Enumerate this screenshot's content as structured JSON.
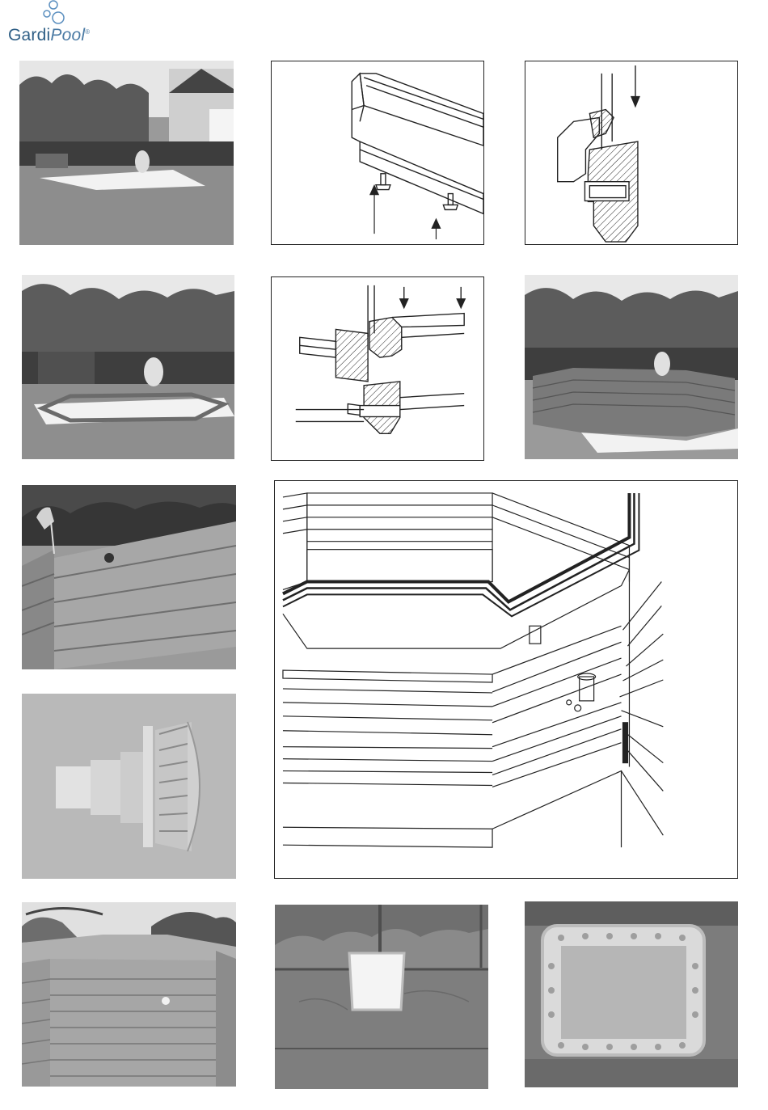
{
  "brand": {
    "name_part1": "Gardi",
    "name_part2": "Pool",
    "registered": "®"
  },
  "figures": [
    {
      "id": "photo-groundsheet",
      "kind": "photo",
      "icon": "garden-groundsheet-photo"
    },
    {
      "id": "diagram-bolts-below-beam",
      "kind": "diagram",
      "icon": "bolt-insertion-diagram"
    },
    {
      "id": "diagram-beam-cross-section",
      "kind": "diagram",
      "icon": "beam-cross-section-diagram"
    },
    {
      "id": "photo-base-octagon",
      "kind": "photo",
      "icon": "base-ring-photo"
    },
    {
      "id": "diagram-stacking-planks",
      "kind": "diagram",
      "icon": "plank-stacking-diagram"
    },
    {
      "id": "photo-wall-assembled",
      "kind": "photo",
      "icon": "wall-assembled-photo"
    },
    {
      "id": "photo-wall-hole",
      "kind": "photo",
      "icon": "wall-hole-photo"
    },
    {
      "id": "photo-inlet-fitting",
      "kind": "photo",
      "icon": "inlet-nozzle-photo"
    },
    {
      "id": "diagram-pool-exploded",
      "kind": "diagram",
      "icon": "pool-exploded-diagram"
    },
    {
      "id": "photo-pool-corner",
      "kind": "photo",
      "icon": "pool-corner-photo"
    },
    {
      "id": "photo-skimmer-on-wall",
      "kind": "photo",
      "icon": "skimmer-wall-photo"
    },
    {
      "id": "photo-skimmer-closeup",
      "kind": "photo",
      "icon": "skimmer-closeup-photo"
    }
  ]
}
